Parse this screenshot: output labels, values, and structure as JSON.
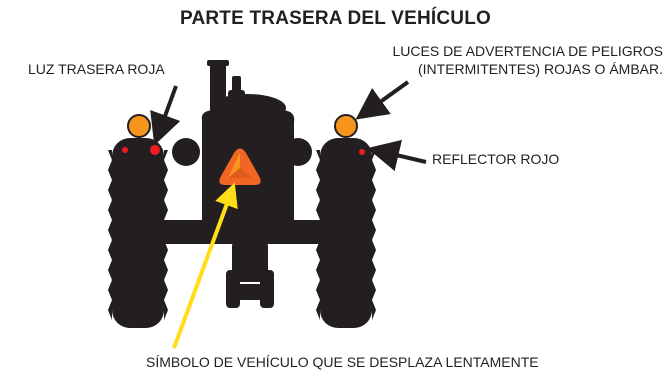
{
  "title": "PARTE TRASERA DEL VEHÍCULO",
  "labels": {
    "red_tail_light": "LUZ TRASERA ROJA",
    "hazard_line1": "LUCES DE ADVERTENCIA DE PELIGROS",
    "hazard_line2": "(INTERMITENTES) ROJAS O ÁMBAR.",
    "red_reflector": "REFLECTOR ROJO",
    "smv_symbol": "SÍMBOLO DE VEHÍCULO QUE SE DESPLAZA LENTAMENTE"
  },
  "colors": {
    "tractor": "#231f20",
    "amber_light": "#f7941d",
    "red_light": "#ed1c24",
    "smv_orange": "#f26522",
    "smv_orange_light": "#f7941d",
    "arrow_black": "#231f20",
    "arrow_yellow": "#ffde17"
  }
}
